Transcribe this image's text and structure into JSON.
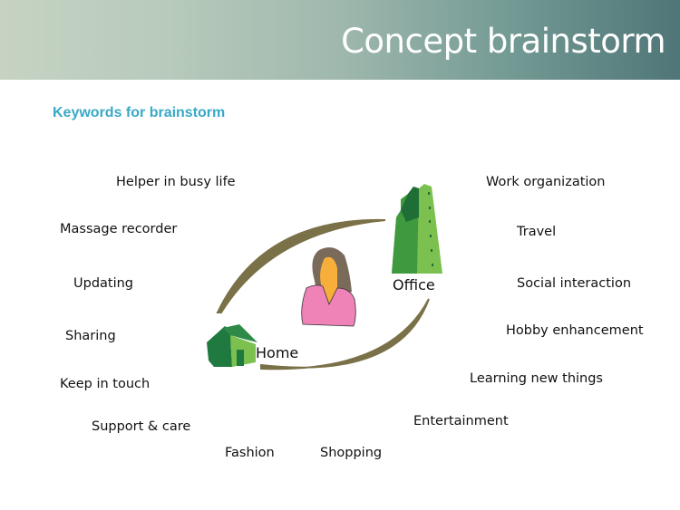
{
  "header": {
    "title": "Concept brainstorm"
  },
  "subtitle": "Keywords for brainstorm",
  "diagram": {
    "office_label": "Office",
    "home_label": "Home"
  },
  "keywords": {
    "left": [
      "Helper in busy life",
      "Massage recorder",
      "Updating",
      "Sharing",
      "Keep in touch",
      "Support & care"
    ],
    "bottom": [
      "Fashion",
      "Shopping",
      "Entertainment"
    ],
    "right": [
      "Work organization",
      "Travel",
      "Social interaction",
      "Hobby enhancement",
      "Learning new things"
    ]
  },
  "colors": {
    "accent": "#3aa9c6",
    "arc": "#7a7148",
    "building": "#7cc04f",
    "house": "#1f7a3f",
    "shirt": "#ef83b8",
    "skin": "#f7ae3a",
    "hair": "#7a6a5a"
  }
}
